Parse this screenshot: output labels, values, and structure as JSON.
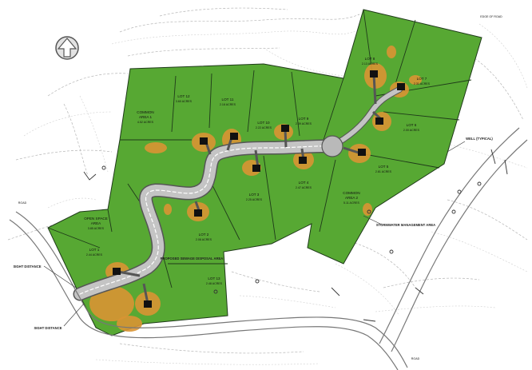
{
  "map": {
    "colors": {
      "lot_fill": "#57a833",
      "disturbed_area": "#d99433",
      "road_surface": "#c4c4c4",
      "house": "#111111",
      "background": "#ffffff"
    },
    "north_arrow": "up-arrow-icon",
    "lots": [
      {
        "id": "lot-1",
        "name": "LOT 1",
        "area": "2.44 ACRES"
      },
      {
        "id": "lot-2",
        "name": "LOT 2",
        "area": "2.08 ACRES"
      },
      {
        "id": "lot-3",
        "name": "LOT 3",
        "area": "2.25 ACRES"
      },
      {
        "id": "lot-4",
        "name": "LOT 4",
        "area": "2.47 ACRES"
      },
      {
        "id": "lot-5",
        "name": "LOT 5",
        "area": "2.81 ACRES"
      },
      {
        "id": "lot-6",
        "name": "LOT 6",
        "area": "2.00 ACRES"
      },
      {
        "id": "lot-7",
        "name": "LOT 7",
        "area": "2.31 ACRES"
      },
      {
        "id": "lot-8",
        "name": "LOT 8",
        "area": "2.13 ACRES"
      },
      {
        "id": "lot-9",
        "name": "LOT 9",
        "area": "2.39 ACRES"
      },
      {
        "id": "lot-10",
        "name": "LOT 10",
        "area": "2.22 ACRES"
      },
      {
        "id": "lot-11",
        "name": "LOT 11",
        "area": "2.18 ACRES"
      },
      {
        "id": "lot-12",
        "name": "LOT 12",
        "area": "3.60 ACRES"
      },
      {
        "id": "lot-13",
        "name": "LOT 13",
        "area": "2.48 ACRES"
      }
    ],
    "common_areas": [
      {
        "id": "common-1",
        "name": "COMMON",
        "sub": "AREA 1",
        "area": "4.52 ACRES"
      },
      {
        "id": "common-2",
        "name": "COMMON",
        "sub": "AREA 2",
        "area": "5.11 ACRES"
      },
      {
        "id": "open-space-1",
        "name": "OPEN SPACE",
        "sub": "AREA",
        "area": "3.85 ACRES"
      }
    ],
    "annotations": {
      "sight_distance_west": "SIGHT DISTANCE",
      "sight_distance_south": "SIGHT DISTANCE",
      "stormwater_area": "STORMWATER MANAGEMENT AREA",
      "proposed_sewage": "PROPOSED SEWAGE DISPOSAL AREA",
      "well_typical": "WELL (TYPICAL)",
      "road_north": "EDGE OF ROAD",
      "road_west": "ROAD",
      "road_south": "ROAD"
    }
  }
}
